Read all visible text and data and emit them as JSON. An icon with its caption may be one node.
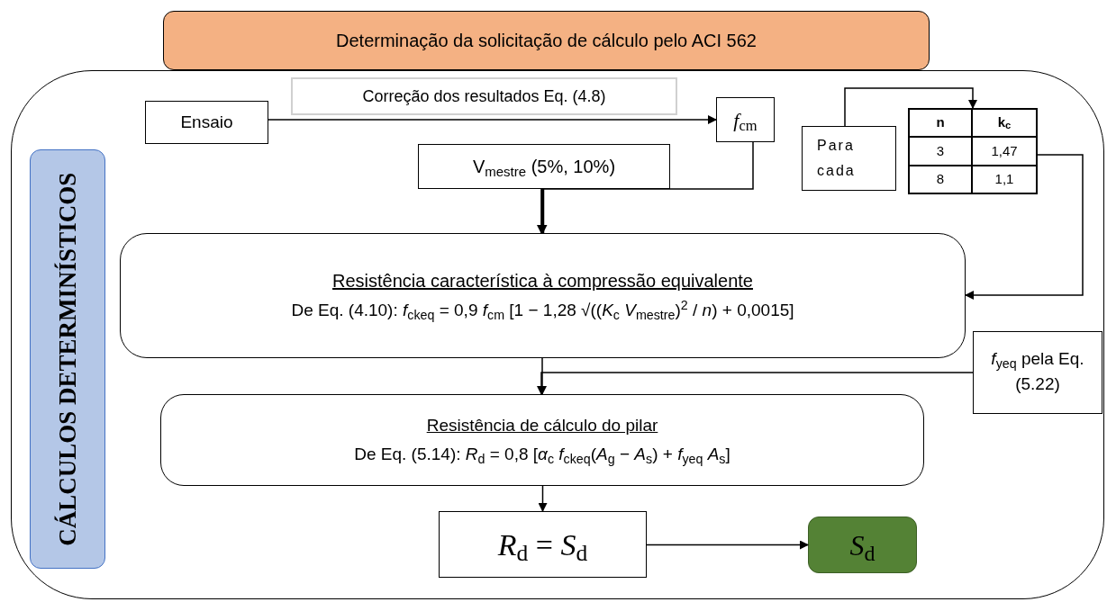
{
  "diagram": {
    "nodes": [
      {
        "text": [
          "Determinação da solicitação de cálculo pelo ACI 562"
        ]
      },
      {
        "text": [],
        "shape": "box"
      },
      {
        "text": [
          "CÁLCULOS DETERMINÍSTICOS"
        ],
        "in": 1
      },
      {
        "text": [
          "Ensaio"
        ],
        "in": 1
      },
      {
        "text": [
          "Correção dos resultados Eq. (4.8)"
        ],
        "in": 1
      },
      {
        "text": [
          "*f*$_{cm}$"
        ],
        "in": 1
      },
      {
        "text": [
          "V$_{mestre}$ (5%, 10%)"
        ],
        "in": 1
      },
      {
        "text": [
          "Para cada"
        ],
        "in": 1
      },
      {
        "text": [
          "n",
          "k$_{c}$",
          "3",
          "1,47",
          "8",
          "1,1"
        ],
        "in": 1
      },
      {
        "text": [
          "Resistência característica à compressão equivalente",
          "De Eq. (4.10): *f*$_{ckeq}$ = 0,9 *f*$_{cm}$ [1 − 1,28 √((*K*$_{c}$ *V*$_{mestre}$)$^{2}$ / *n*) + 0,0015]"
        ],
        "in": 1
      },
      {
        "text": [
          "*f*$_{yeq}$ pela Eq.(5.22)"
        ],
        "in": 1
      },
      {
        "text": [
          "Resistência de cálculo do pilar",
          "De Eq. (5.14): *R*$_{d}$ = 0,8 [*α*$_{c}$ *f*$_{ckeq}$(*A*$_{g}$ − *A*$_{s}$) + *f*$_{yeq}$ *A*$_{s}$]"
        ],
        "in": 1
      },
      {
        "text": [
          "*R*$_{d}$ = *S*$_{d}$"
        ],
        "in": 1
      },
      {
        "text": [
          "*S*$_{d}$"
        ],
        "in": 1
      }
    ],
    "edges": [
      {
        "from": 3,
        "to": 5,
        "arrow": "to"
      },
      {
        "from": 5,
        "to": 9,
        "arrow": "to"
      },
      {
        "from": 6,
        "to": 9,
        "arrow": "to",
        "style": "thick"
      },
      {
        "from": 7,
        "to": 8,
        "arrow": "to"
      },
      {
        "from": 8,
        "to": 9,
        "arrow": "to"
      },
      {
        "from": 9,
        "to": 11,
        "arrow": "to"
      },
      {
        "from": 10,
        "to": 11,
        "arrow": "to"
      },
      {
        "from": 11,
        "to": 12,
        "arrow": "to"
      },
      {
        "from": 12,
        "to": 13,
        "arrow": "to"
      }
    ]
  }
}
